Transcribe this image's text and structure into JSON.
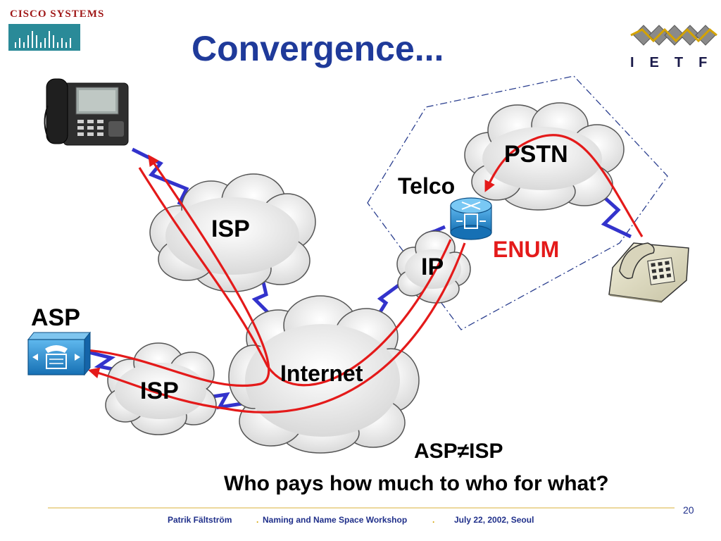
{
  "slide": {
    "title": "Convergence...",
    "page_number": "20",
    "logos": {
      "cisco_text": "CISCO SYSTEMS",
      "ietf_text": "IETF"
    }
  },
  "labels": {
    "isp_top": "ISP",
    "isp_bottom": "ISP",
    "internet": "Internet",
    "ip": "IP",
    "pstn": "PSTN",
    "telco": "Telco",
    "enum": "ENUM",
    "asp": "ASP"
  },
  "question": {
    "line1": "ASP≠ISP",
    "line2": "Who pays how much to who for what?"
  },
  "footer": {
    "author": "Patrik Fältström",
    "event": "Naming and Name Space Workshop",
    "date_place": "July 22,  2002, Seoul"
  },
  "colors": {
    "title": "#1f3a9a",
    "path_red": "#e41a1a",
    "link_blue": "#3333cc",
    "cloud_fill": "#ececec",
    "router_blue": "#1b86c9",
    "rule_gold": "#e0c060"
  }
}
